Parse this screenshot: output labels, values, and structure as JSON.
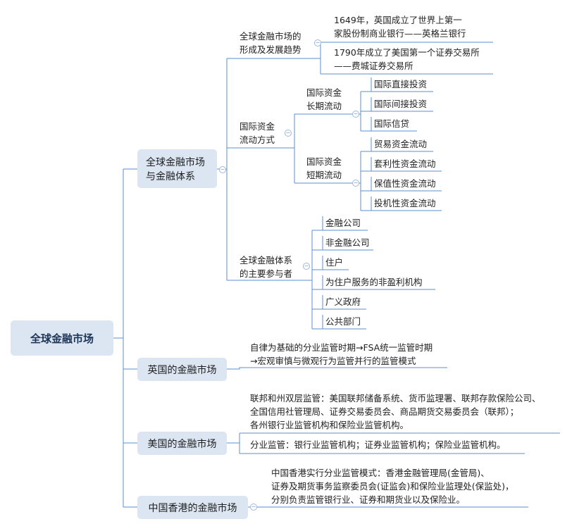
{
  "root": "全球金融市场",
  "branches": {
    "system": {
      "label_line1": "全球金融市场",
      "label_line2": "与金融体系",
      "formation": {
        "line1": "全球金融市场的",
        "line2": "形成及发展趋势",
        "items": [
          {
            "line1": "1649年，英国成立了世界上第一",
            "line2": "家股份制商业银行——英格兰银行"
          },
          {
            "line1": "1790年成立了美国第一个证券交易所",
            "line2": "——费城证券交易所"
          }
        ]
      },
      "flow": {
        "line1": "国际资金",
        "line2": "流动方式",
        "long": {
          "line1": "国际资金",
          "line2": "长期流动",
          "items": [
            "国际直接投资",
            "国际间接投资",
            "国际信贷"
          ]
        },
        "short": {
          "line1": "国际资金",
          "line2": "短期流动",
          "items": [
            "贸易资金流动",
            "套利性资金流动",
            "保值性资金流动",
            "投机性资金流动"
          ]
        }
      },
      "participants": {
        "line1": "全球金融体系",
        "line2": "的主要参与者",
        "items": [
          "金融公司",
          "非金融公司",
          "住户",
          "为住户服务的非盈利机构",
          "广义政府",
          "公共部门"
        ]
      }
    },
    "uk": {
      "label": "英国的金融市场",
      "line1": "自律为基础的分业监管时期→FSA统一监管时期",
      "line2": "→宏观审慎与微观行为监管并行的监管模式"
    },
    "us": {
      "label": "美国的金融市场",
      "a_line1": "联邦和州双层监管：美国联邦储备系统、货币监理署、联邦存款保险公司、",
      "a_line2": "全国信用社管理局、证券交易委员会、商品期货交易委员会（联邦）；",
      "a_line3": "各州银行业监管机构和保险业监管机构。",
      "b": "分业监管：银行业监管机构；证券业监管机构；保险业监管机构。"
    },
    "hk": {
      "label": "中国香港的金融市场",
      "line1": "中国香港实行分业监管模式：香港金融管理局(金管局)、",
      "line2": "证券及期货事务监察委员会(证监会)和保险业监理处(保监处)，",
      "line3": "分别负责监管银行业、证券和期货业以及保险业。"
    }
  },
  "colors": {
    "line": "#5b8fd6",
    "node": "#dce6f2"
  }
}
